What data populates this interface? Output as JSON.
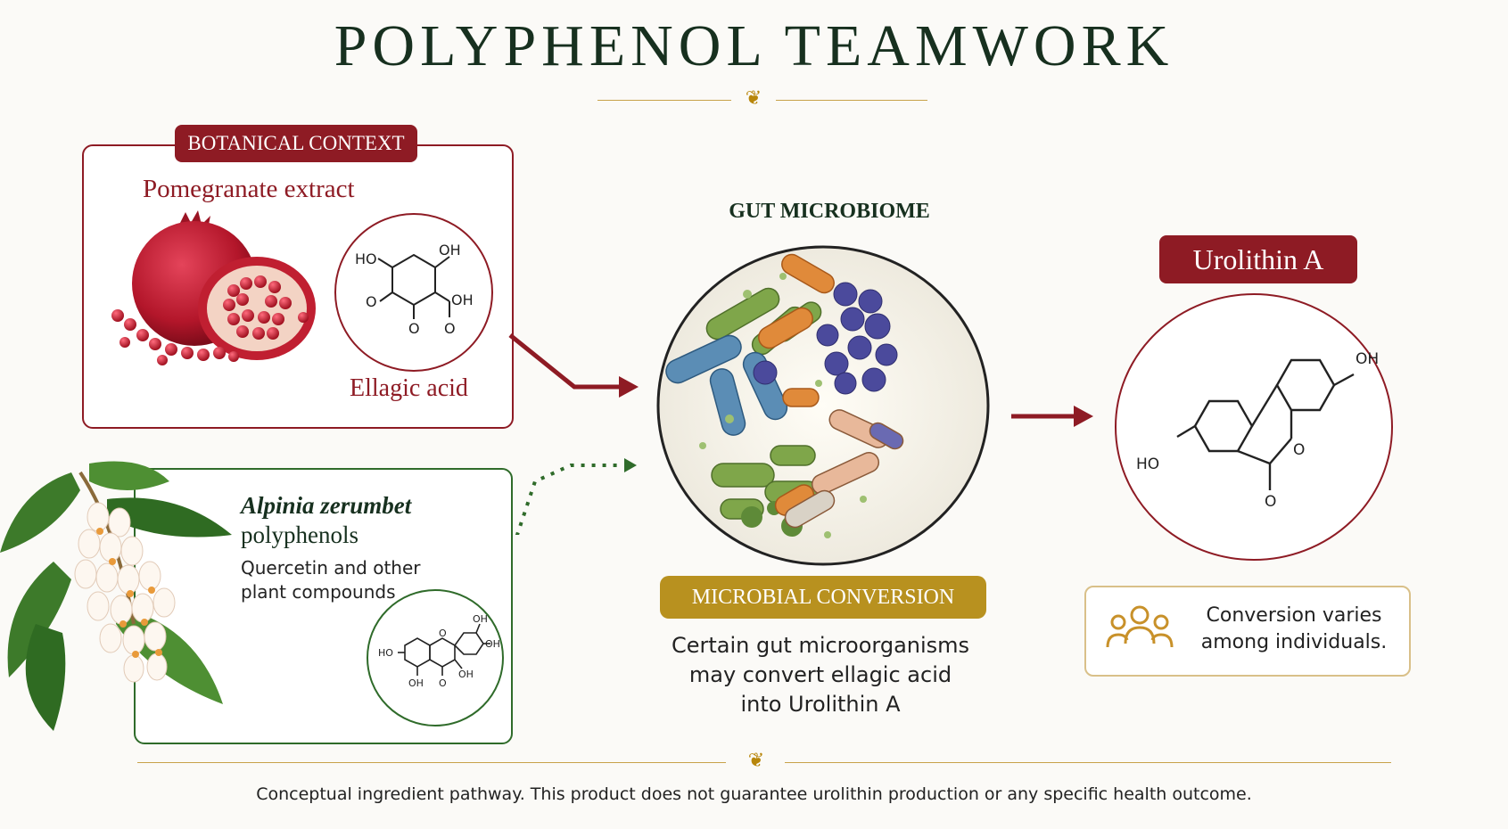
{
  "title": "POLYPHENOL TEAMWORK",
  "botanical": {
    "tag": "BOTANICAL CONTEXT",
    "extract": "Pomegranate extract",
    "compound": "Ellagic acid",
    "molecule_labels": {
      "ho": "HO",
      "oh1": "OH",
      "oh2": "OH",
      "o1": "O",
      "o2": "O",
      "o3": "O"
    }
  },
  "alpinia": {
    "title_italic": "Alpinia zerumbet",
    "title_rest": "polyphenols",
    "desc_line1": "Quercetin and other",
    "desc_line2": "plant compounds",
    "molecule_labels": {
      "ho1": "HO",
      "oh1": "OH",
      "oh2": "OH",
      "oh3": "OH",
      "oh4": "OH",
      "o1": "O",
      "o2": "O"
    }
  },
  "microbiome": {
    "title": "GUT MICROBIOME",
    "tag": "MICROBIAL CONVERSION",
    "desc_line1": "Certain gut microorganisms",
    "desc_line2": "may convert ellagic acid",
    "desc_line3": "into Urolithin A"
  },
  "urolithin": {
    "tag": "Urolithin A",
    "molecule_labels": {
      "oh": "OH",
      "ho": "HO",
      "o1": "O",
      "o2": "O"
    },
    "variation_line1": "Conversion varies",
    "variation_line2": "among individuals.",
    "people_icon": "people-group-icon"
  },
  "footer": "Conceptual ingredient pathway. This product does not guarantee urolithin production or any specific health outcome.",
  "colors": {
    "crimson": "#8e1b24",
    "forest": "#2f6b2a",
    "gold": "#b8911f",
    "title": "#17301f"
  }
}
